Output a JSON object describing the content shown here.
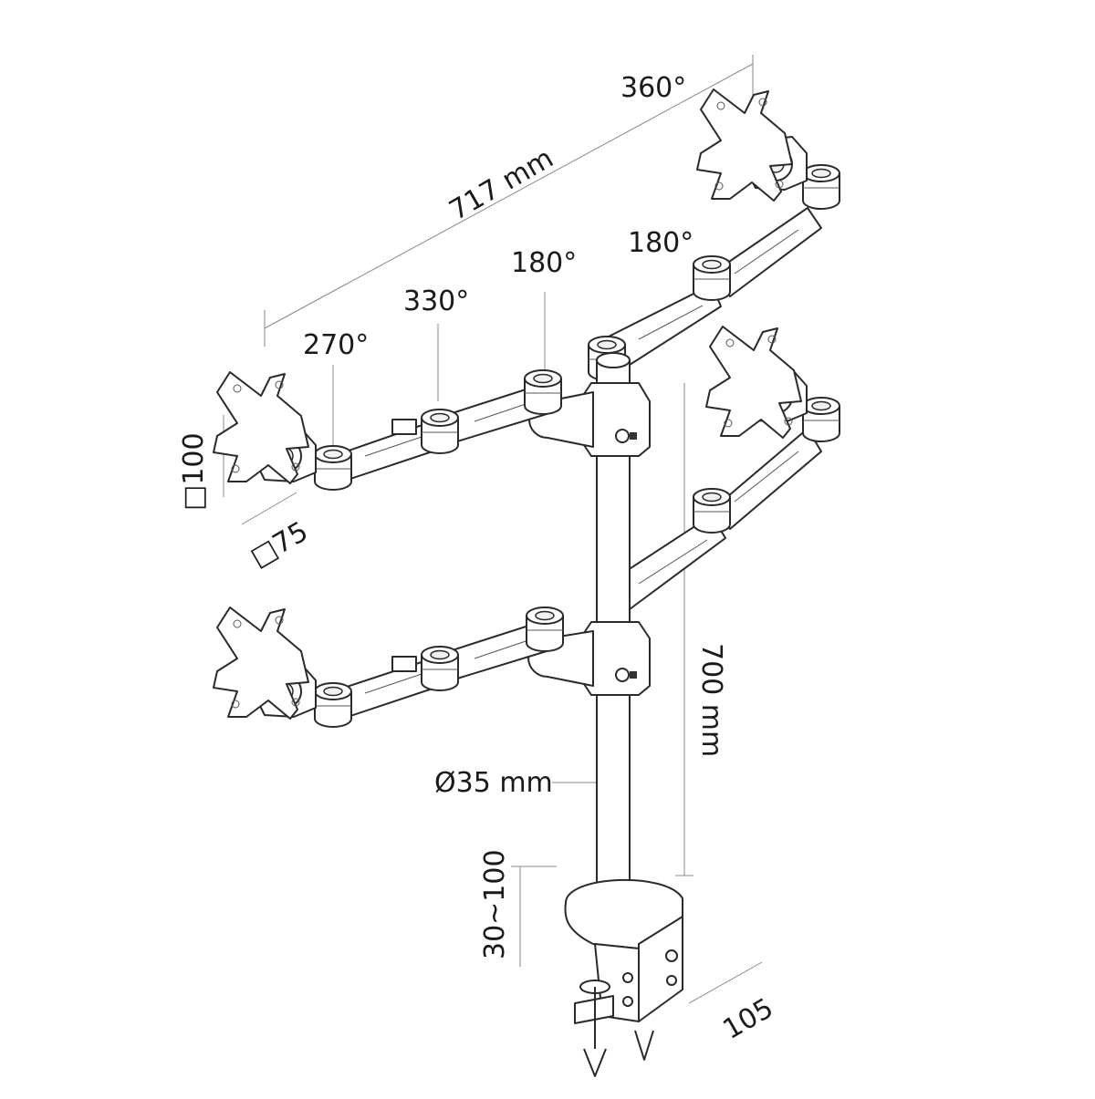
{
  "diagram": {
    "title": "",
    "labels": {
      "rotation_top": "360°",
      "width": "717 mm",
      "rotation_upper_right": "180°",
      "rotation_mid": "180°",
      "rotation_330": "330°",
      "rotation_270": "270°",
      "vesa_100": "□100",
      "vesa_75": "□75",
      "pole_height": "700 mm",
      "pole_diameter": "Ø35 mm",
      "clamp_range": "30~100",
      "clamp_depth": "105"
    },
    "parts": {
      "pole": "vertical-pole",
      "clamp": "desk-clamp",
      "arms": [
        "upper-left-arm",
        "upper-right-arm",
        "lower-left-arm",
        "lower-right-arm"
      ],
      "vesa_plates": [
        "vesa-plate-top-right",
        "vesa-plate-upper-left",
        "vesa-plate-mid-right",
        "vesa-plate-lower-left"
      ]
    },
    "colors": {
      "line": "#2a2a2a",
      "fill": "#ffffff",
      "dimension": "#888888"
    }
  }
}
